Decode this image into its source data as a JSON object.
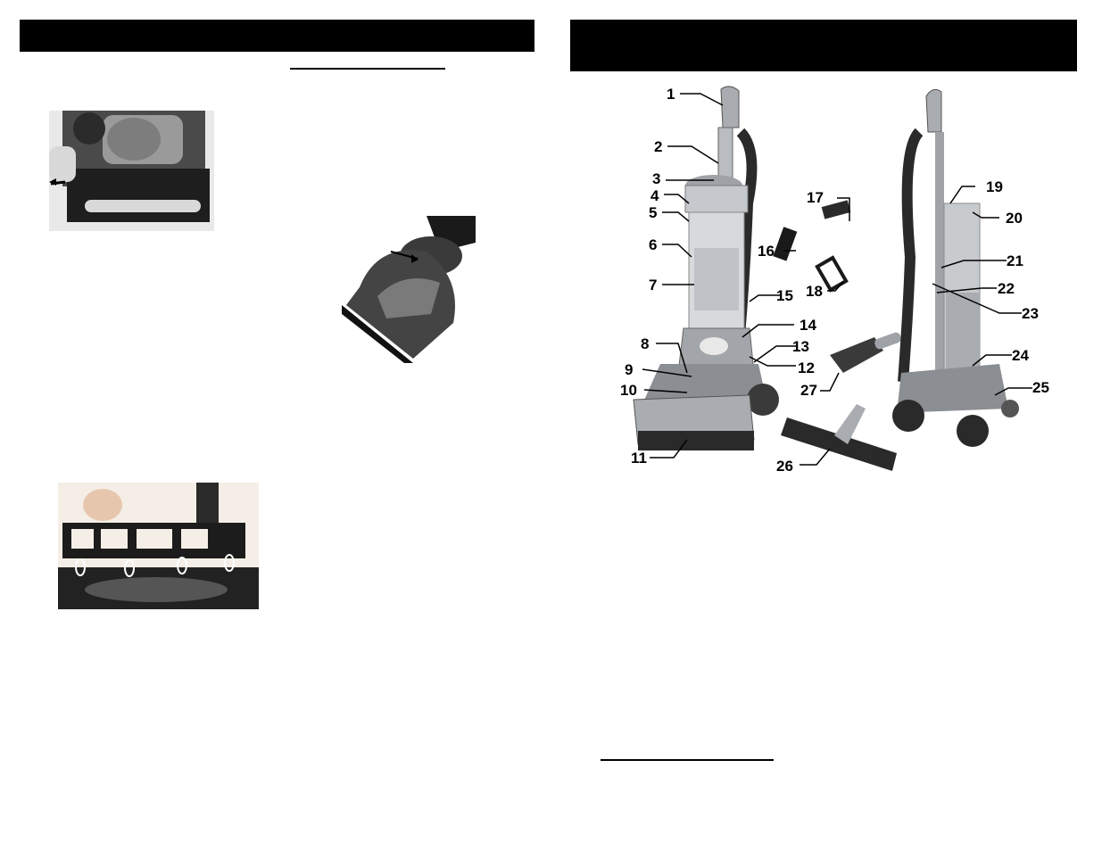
{
  "left_page": {
    "header_bar": "",
    "photos": [
      "brush-roll-removal-photo",
      "hose-connection-photo",
      "brush-cover-clips-photo"
    ]
  },
  "right_page": {
    "header_bar": "",
    "callouts": [
      "1",
      "2",
      "3",
      "4",
      "5",
      "6",
      "7",
      "8",
      "9",
      "10",
      "11",
      "12",
      "13",
      "14",
      "15",
      "16",
      "17",
      "18",
      "19",
      "20",
      "21",
      "22",
      "23",
      "24",
      "25",
      "26",
      "27"
    ]
  },
  "colors": {
    "bar": "#000000",
    "vacuum_silver": "#a9acb0",
    "vacuum_dark": "#2a2a2a"
  }
}
